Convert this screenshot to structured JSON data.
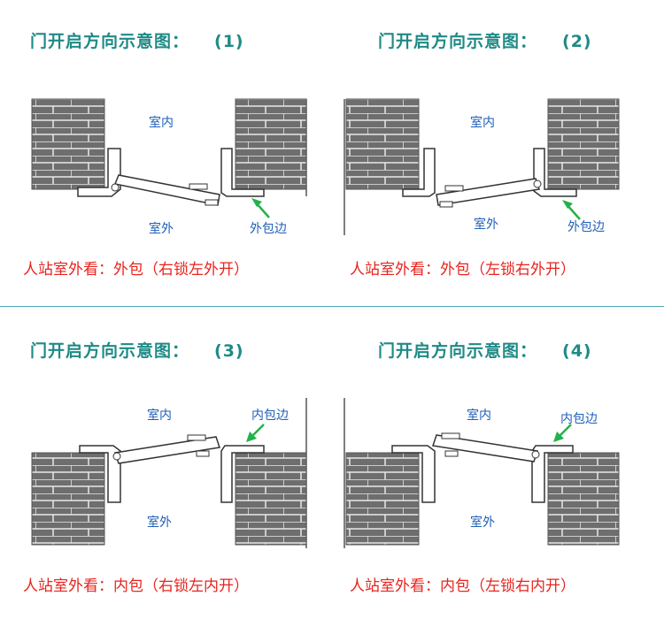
{
  "colors": {
    "title": "#1f8a86",
    "caption": "#e8231e",
    "label": "#1f5fb8",
    "arrow": "#22b24a",
    "divider": "#4aa8b4"
  },
  "panels": [
    {
      "title": "门开启方向示意图：",
      "number": "(1)",
      "label_top": "室内",
      "label_bottom": "室外",
      "flange_label": "外包边",
      "caption": "人站室外看：外包（右锁左外开）"
    },
    {
      "title": "门开启方向示意图：",
      "number": "(2)",
      "label_top": "室内",
      "label_bottom": "室外",
      "flange_label": "外包边",
      "caption": "人站室外看：外包（左锁右外开）"
    },
    {
      "title": "门开启方向示意图：",
      "number": "(3)",
      "label_top": "室内",
      "label_bottom": "室外",
      "flange_label": "内包边",
      "caption": "人站室外看：内包（右锁左内开）"
    },
    {
      "title": "门开启方向示意图：",
      "number": "(4)",
      "label_top": "室内",
      "label_bottom": "室外",
      "flange_label": "内包边",
      "caption": "人站室外看：内包（左锁右内开）"
    }
  ]
}
